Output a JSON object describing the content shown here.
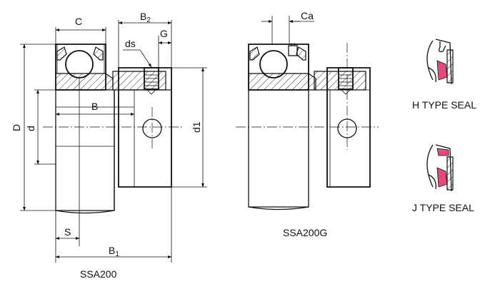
{
  "labels": {
    "C": "C",
    "B2_main": "B",
    "B2_sub": "2",
    "G": "G",
    "ds": "ds",
    "D": "D",
    "d": "d",
    "B": "B",
    "d1": "d1",
    "S": "S",
    "B1_main": "B",
    "B1_sub": "1",
    "Ca": "Ca"
  },
  "captions": {
    "ssa200": "SSA200",
    "ssa200g": "SSA200G",
    "h_seal": "H TYPE SEAL",
    "j_seal": "J TYPE SEAL"
  }
}
